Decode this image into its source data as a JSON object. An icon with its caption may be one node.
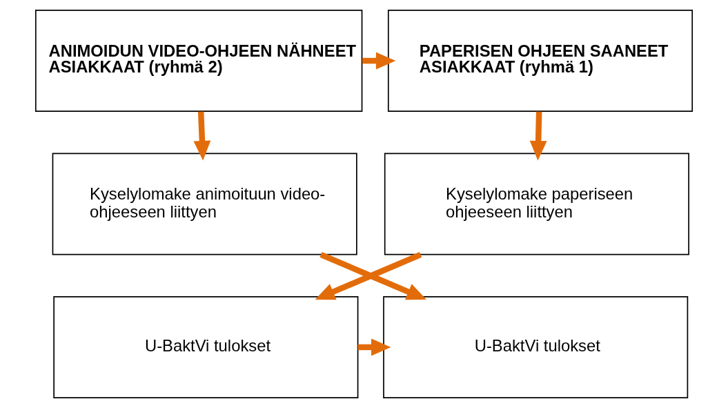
{
  "diagram": {
    "nodes": [
      {
        "text": [
          "PAPERISEN OHJEEN SAANEET ASIAKKAAT (ryhmä 1)"
        ]
      },
      {
        "text": [
          "ANIMOIDUN VIDEO-OHJEEN NÄHNEET ASIAKKAAT (ryhmä 2)"
        ]
      },
      {
        "text": [
          "Kyselylomake paperiseen ohjeeseen liittyen"
        ]
      },
      {
        "text": [
          "Kyselylomake animoituun video-ohjeeseen liittyen"
        ]
      },
      {
        "text": [
          "U-BaktVi tulokset"
        ]
      },
      {
        "text": [
          "U-BaktVi tulokset"
        ]
      }
    ],
    "edges": [
      {
        "from": 1,
        "to": 0,
        "arrow": "to"
      },
      {
        "from": 0,
        "to": 2,
        "arrow": "to"
      },
      {
        "from": 1,
        "to": 3,
        "arrow": "to"
      },
      {
        "from": 2,
        "to": 4,
        "arrow": "to"
      },
      {
        "from": 3,
        "to": 5,
        "arrow": "to"
      },
      {
        "from": 4,
        "to": 5,
        "arrow": "to"
      }
    ]
  }
}
